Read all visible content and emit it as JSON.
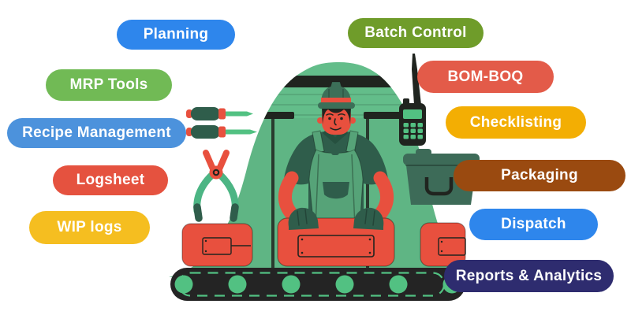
{
  "colors": {
    "pill_text": "#FFFFFF",
    "background": "#FFFFFF"
  },
  "pills": {
    "planning": {
      "label": "Planning",
      "color": "#2E86EC"
    },
    "mrp_tools": {
      "label": "MRP Tools",
      "color": "#71BA55"
    },
    "recipe_management": {
      "label": "Recipe Management",
      "color": "#4C92DC"
    },
    "logsheet": {
      "label": "Logsheet",
      "color": "#E5523F"
    },
    "wip_logs": {
      "label": "WIP logs",
      "color": "#F5BE20"
    },
    "batch_control": {
      "label": "Batch Control",
      "color": "#6F9C2A"
    },
    "bom_boq": {
      "label": "BOM-BOQ",
      "color": "#E35B49"
    },
    "checklisting": {
      "label": "Checklisting",
      "color": "#F3AE03"
    },
    "packaging": {
      "label": "Packaging",
      "color": "#9A4A10"
    },
    "dispatch": {
      "label": "Dispatch",
      "color": "#2E86EC"
    },
    "reports_analytics": {
      "label": "Reports & Analytics",
      "color": "#2E2C6F"
    }
  },
  "illustration": {
    "name": "factory-worker-at-conveyor",
    "elements": [
      "green-blob-backdrop",
      "worker",
      "hard-hat",
      "conveyor-belt",
      "red-boxes",
      "screwdrivers",
      "pliers",
      "walkie-talkie",
      "toolbox"
    ],
    "palette": {
      "blob_green": "#63BD8A",
      "ink": "#20241F",
      "belt_dark": "#242424",
      "dark_teal": "#2F5D4B",
      "collar_teal": "#26503F",
      "hat_green": "#3C6F58",
      "coral_red": "#E8503E",
      "apron_green": "#56A378",
      "accent_green": "#52C182",
      "pliers_green": "#4CB584",
      "toolbox_teal": "#3D6B58"
    }
  }
}
